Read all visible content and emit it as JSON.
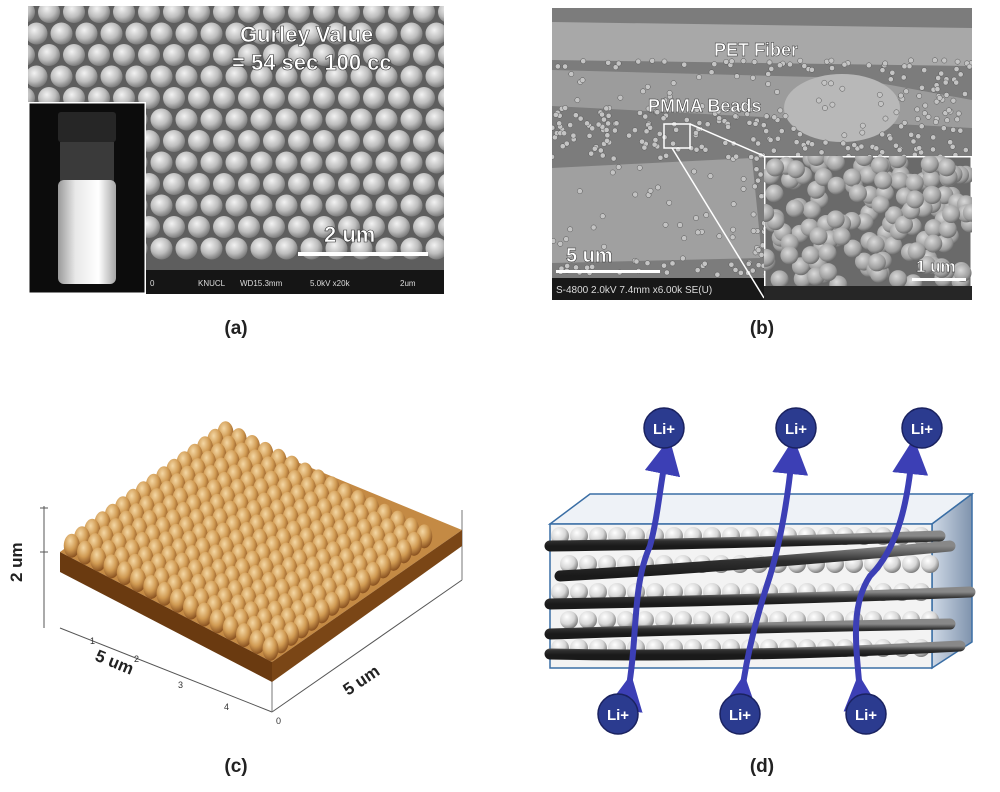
{
  "figure": {
    "panel_a": {
      "caption": "(a)",
      "gurley_line1": "Gurley Value",
      "gurley_line2": "= 54 sec 100 cc",
      "scale_label": "2 um",
      "infobar": [
        "0",
        "KNUCL",
        "WD15.3mm",
        "5.0kV x20k",
        "2um"
      ]
    },
    "panel_b": {
      "caption": "(b)",
      "fiber_label": "PET Fiber",
      "beads_label": "PMMA Beads",
      "scale_label": "5 um",
      "inset_scale_label": "1 um",
      "infobar": "S-4800 2.0kV 7.4mm x6.00k SE(U)"
    },
    "panel_c": {
      "caption": "(c)",
      "z_label": "2 um",
      "x_label": "5 um",
      "y_label": "5 um",
      "x_ticks": [
        "1",
        "2",
        "3",
        "4"
      ],
      "origin_tick": "0"
    },
    "panel_d": {
      "caption": "(d)",
      "ion_label": "Li+"
    }
  },
  "colors": {
    "sem_dark": "#2b2b2b",
    "sem_bead": "#cfcfcf",
    "afm_bead": "#d4a45e",
    "afm_dark": "#6a3a10",
    "ion_fill": "#2b3b8f",
    "arrow": "#3c3fb5",
    "fiber": "#3a3a3a"
  },
  "icons": [
    "vial-photo",
    "magnify-inset",
    "li-ion-circle",
    "ion-path-arrow"
  ]
}
